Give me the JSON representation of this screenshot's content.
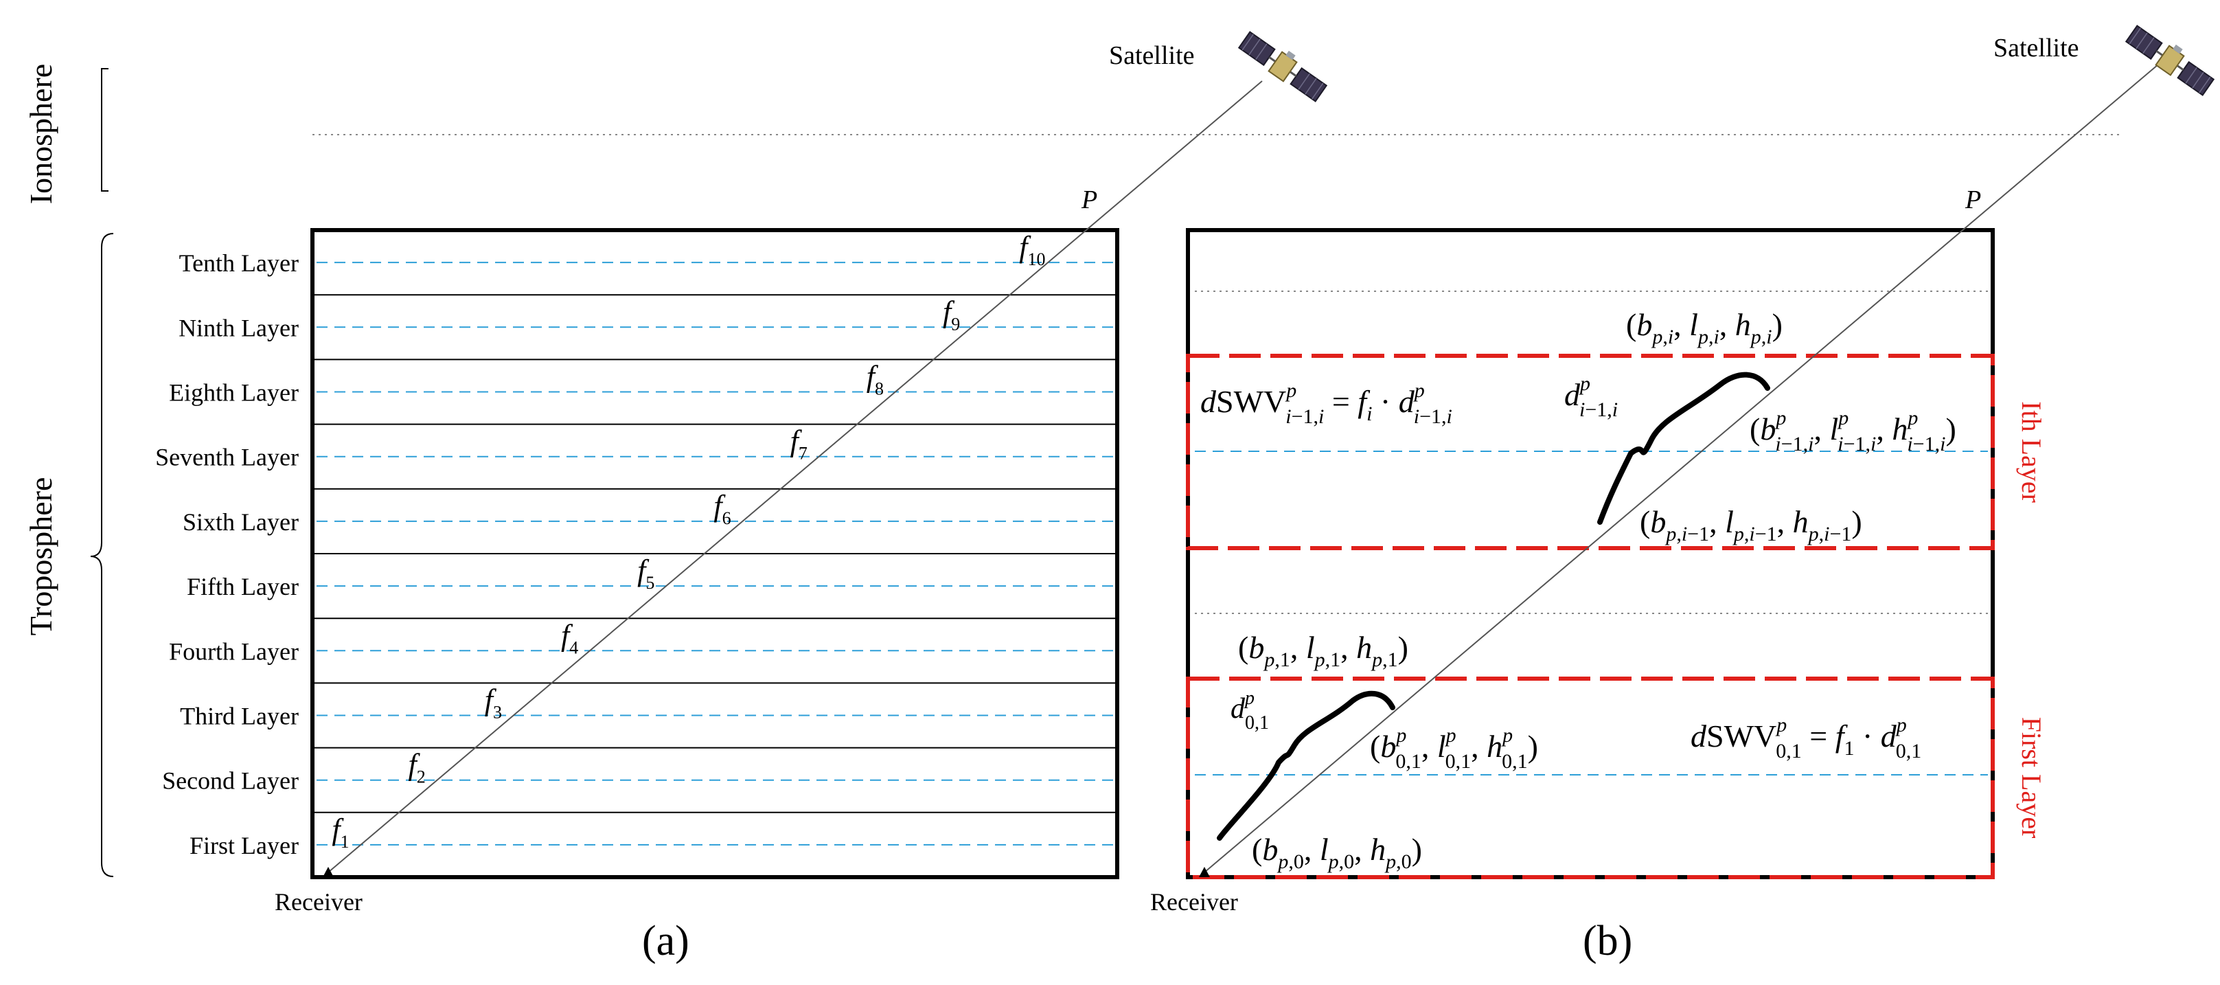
{
  "labels": {
    "ionosphere": "Ionosphere",
    "troposphere": "Troposphere",
    "satellite": "Satellite",
    "receiver": "Receiver",
    "pierce_point": "P",
    "panel_a": "(a)",
    "panel_b": "(b)"
  },
  "layers": [
    "First Layer",
    "Second Layer",
    "Third Layer",
    "Fourth Layer",
    "Fifth Layer",
    "Sixth Layer",
    "Seventh Layer",
    "Eighth Layer",
    "Ninth Layer",
    "Tenth Layer"
  ],
  "factors": [
    "f",
    "1",
    "2",
    "3",
    "4",
    "5",
    "6",
    "7",
    "8",
    "9",
    "10"
  ],
  "panel_b": {
    "ith_layer": "Ith Layer",
    "first_layer": "First Layer"
  },
  "colors": {
    "line": "#000000",
    "layer_mid": "#2e9fd8",
    "highlight": "#e0201b",
    "dotted": "#888888"
  },
  "icons": [
    "satellite-icon"
  ]
}
